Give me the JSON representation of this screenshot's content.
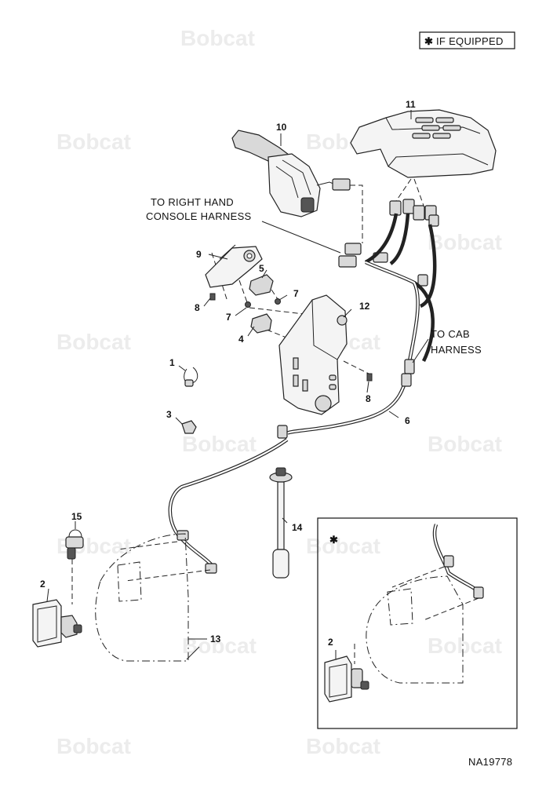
{
  "watermark": {
    "text": "Bobcat"
  },
  "legend": {
    "marker": "✱",
    "text": "IF EQUIPPED"
  },
  "inset": {
    "marker": "✱"
  },
  "labels": {
    "right_console": [
      "TO RIGHT HAND",
      "CONSOLE HARNESS"
    ],
    "cab_harness": [
      "TO CAB",
      "HARNESS"
    ]
  },
  "callouts": {
    "c1": "1",
    "c2": "2",
    "c2_inset": "2",
    "c3": "3",
    "c4": "4",
    "c5": "5",
    "c6": "6",
    "c7a": "7",
    "c7b": "7",
    "c8a": "8",
    "c8b": "8",
    "c9": "9",
    "c10": "10",
    "c11": "11",
    "c12": "12",
    "c13": "13",
    "c14": "14",
    "c15": "15"
  },
  "figure_id": "NA19778"
}
